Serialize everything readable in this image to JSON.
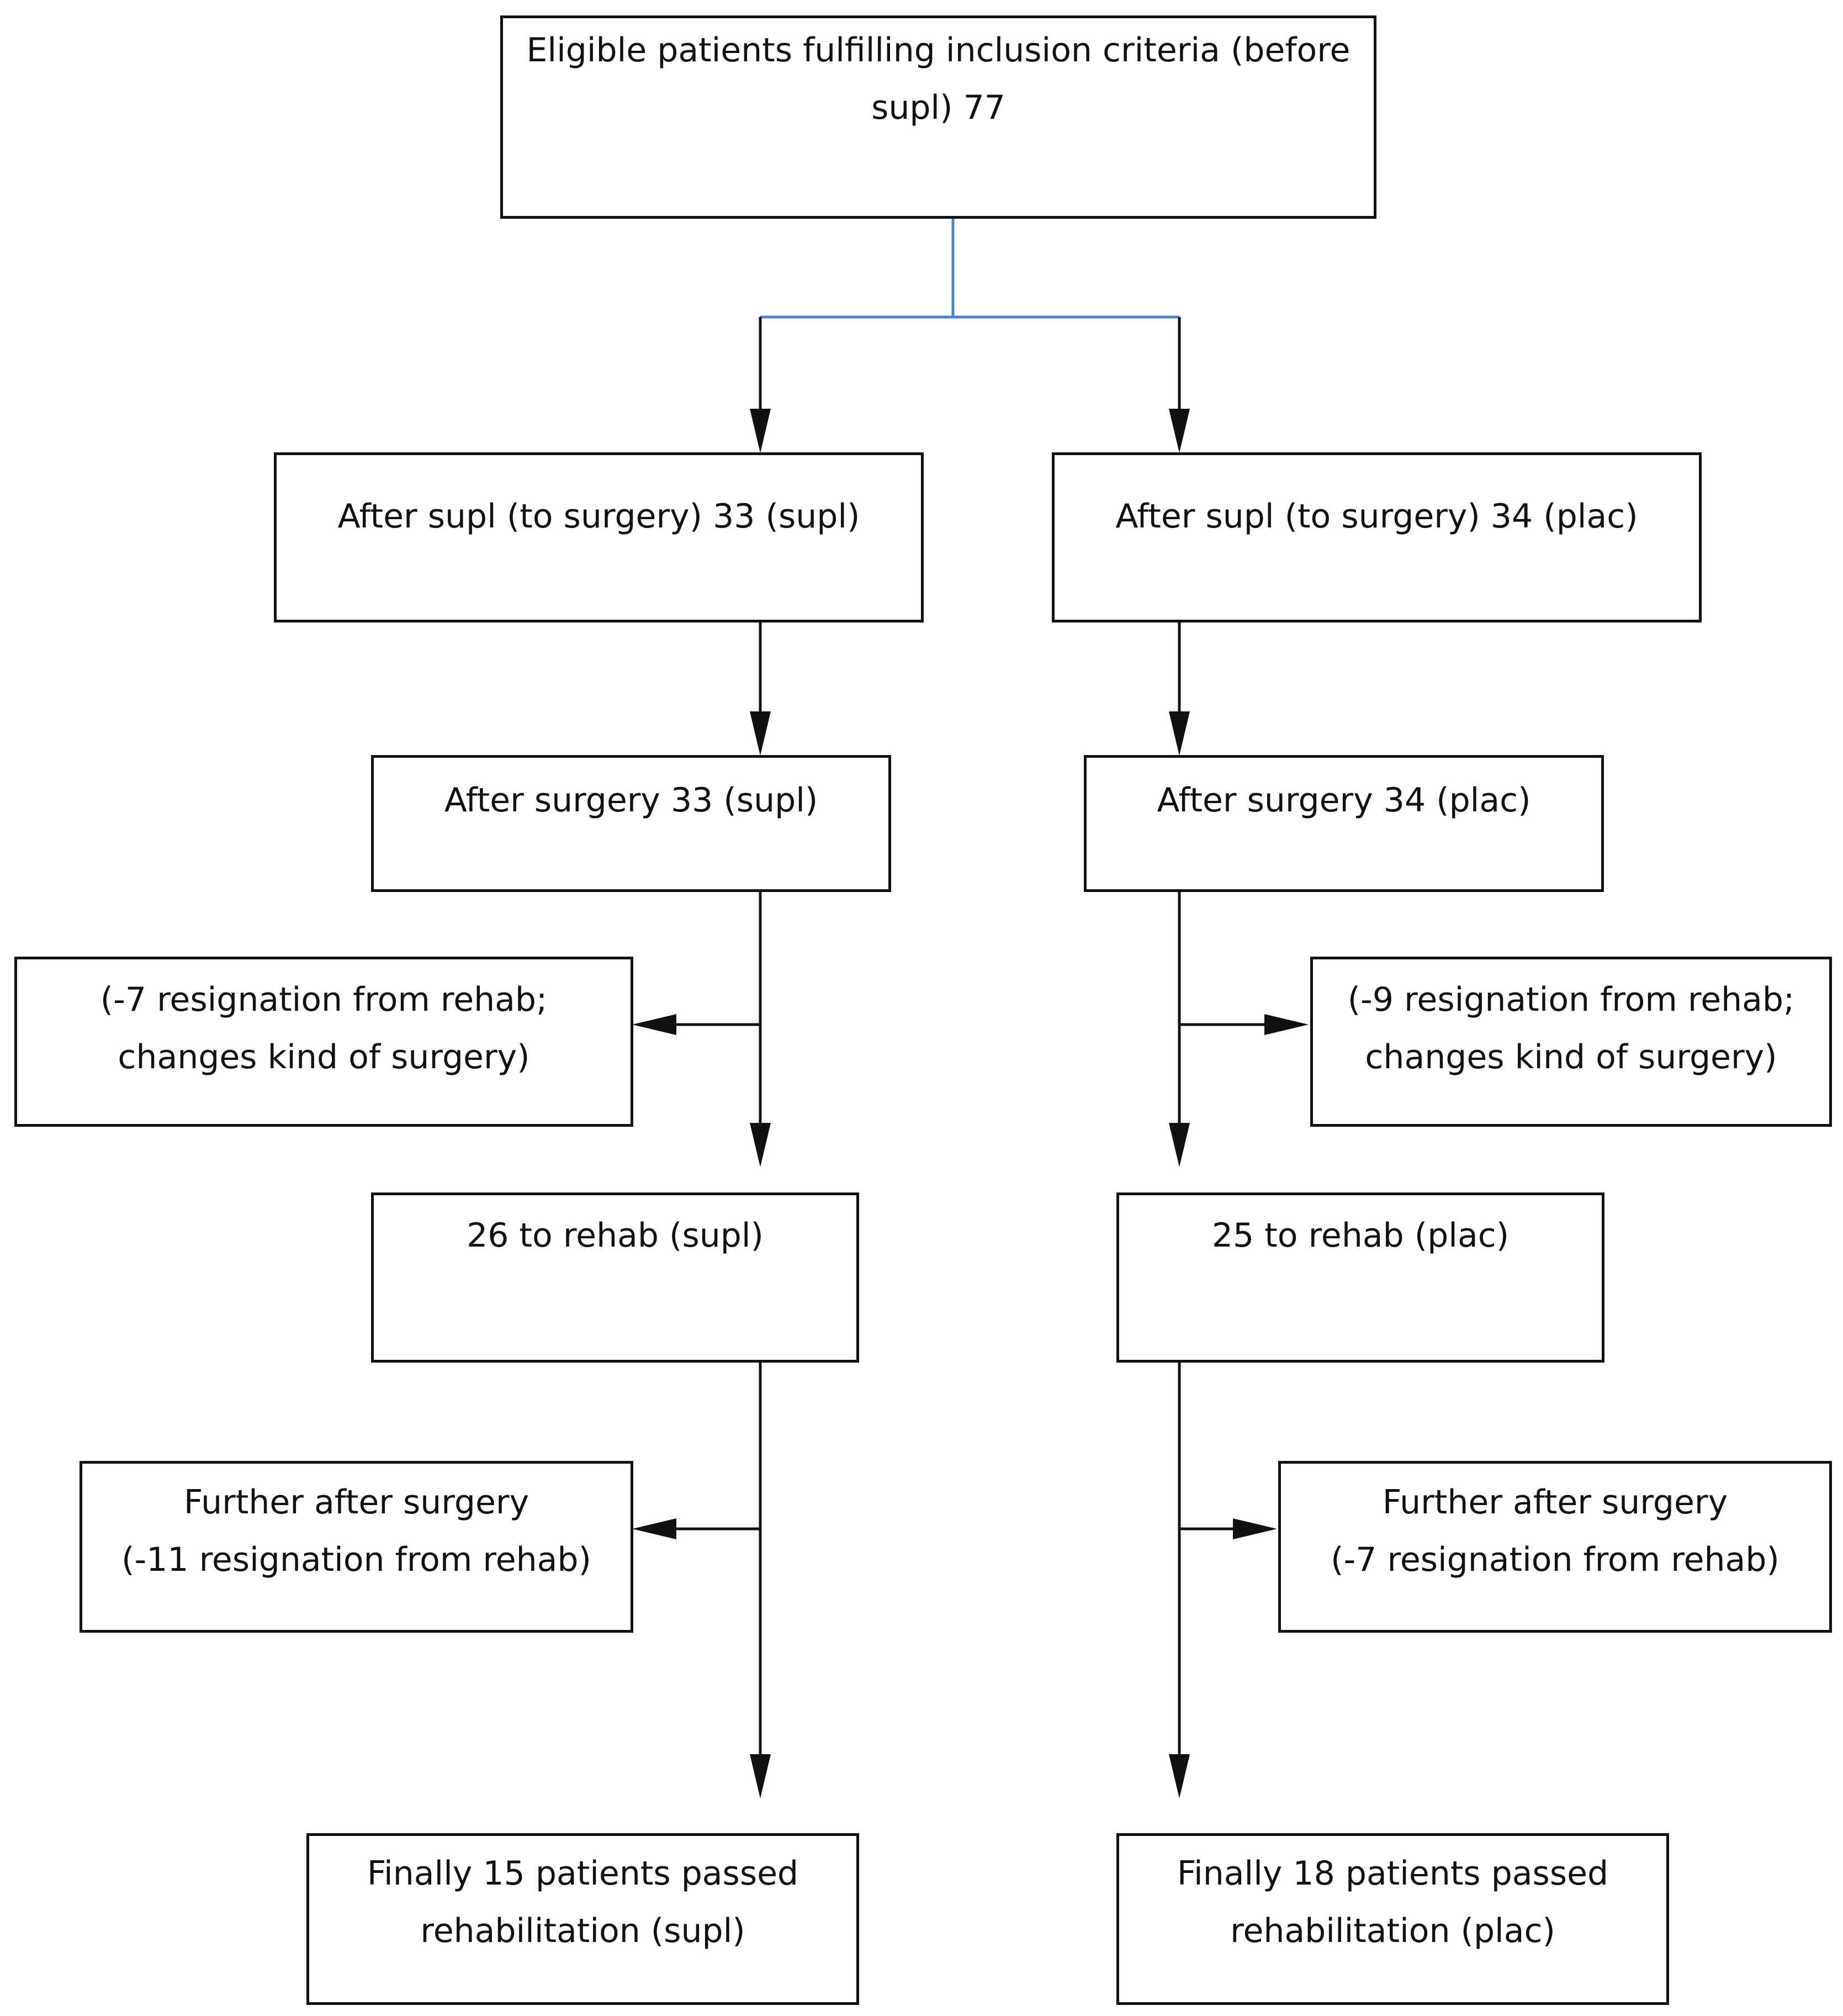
{
  "boxes": {
    "eligible": {
      "lines": [
        "Eligible patients fulfilling inclusion criteria (before",
        "supl) 77"
      ]
    },
    "after_supl_supl": {
      "lines": [
        "After supl (to surgery) 33 (supl)"
      ]
    },
    "after_supl_plac": {
      "lines": [
        "After supl (to surgery) 34 (plac)"
      ]
    },
    "after_surgery_supl": {
      "lines": [
        "After surgery 33 (supl)"
      ]
    },
    "after_surgery_plac": {
      "lines": [
        "After surgery 34 (plac)"
      ]
    },
    "resign1_supl": {
      "lines": [
        "(-7 resignation from rehab;",
        "changes  kind of surgery)"
      ]
    },
    "resign1_plac": {
      "lines": [
        "(-9 resignation from rehab;",
        "changes  kind of surgery)"
      ]
    },
    "rehab_supl": {
      "lines": [
        "26 to rehab (supl)"
      ]
    },
    "rehab_plac": {
      "lines": [
        "25 to rehab (plac)"
      ]
    },
    "further_supl": {
      "lines": [
        "Further after surgery",
        "(-11 resignation from rehab)"
      ]
    },
    "further_plac": {
      "lines": [
        "Further after surgery",
        "(-7 resignation from rehab)"
      ]
    },
    "final_supl": {
      "lines": [
        "Finally 15 patients passed",
        "rehabilitation (supl)"
      ]
    },
    "final_plac": {
      "lines": [
        "Finally 18 patients passed",
        "rehabilitation (plac)"
      ]
    }
  },
  "colors": {
    "box_border": "#111111",
    "arrow": "#111111",
    "split_line": "#4a86c8"
  }
}
